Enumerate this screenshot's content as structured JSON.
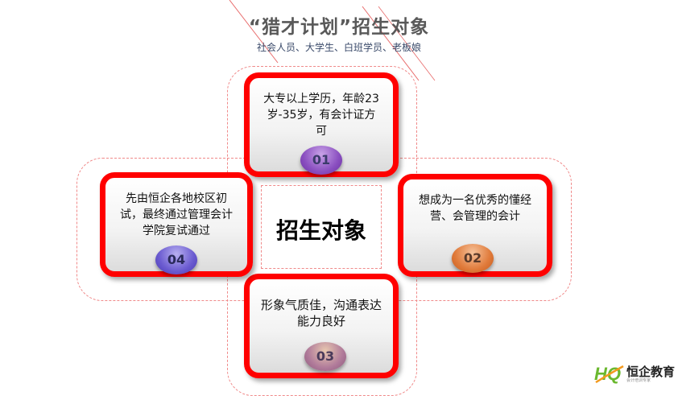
{
  "header": {
    "title": "“猎才计划”招生对象",
    "subtitle": "社会人员、大学生、白班学员、老板娘"
  },
  "center": {
    "label": "招生对象"
  },
  "cards": [
    {
      "number": "01",
      "text": "大专以上学历，年龄23岁-35岁，有会计证方可"
    },
    {
      "number": "02",
      "text": "想成为一名优秀的懂经营、会管理的会计"
    },
    {
      "number": "03",
      "text": "形象气质佳，沟通表达能力良好"
    },
    {
      "number": "04",
      "text": "先由恒企各地校区初试，最终通过管理会计学院复试通过"
    }
  ],
  "logo": {
    "mark": "HQ",
    "name": "恒企教育",
    "tagline": "会计培训专家"
  },
  "colors": {
    "card_border": "#ff0000",
    "dashed_frame": "#f08a8a",
    "title": "#595959",
    "logo_green": "#6ab82e",
    "logo_orange": "#f39a1e"
  }
}
